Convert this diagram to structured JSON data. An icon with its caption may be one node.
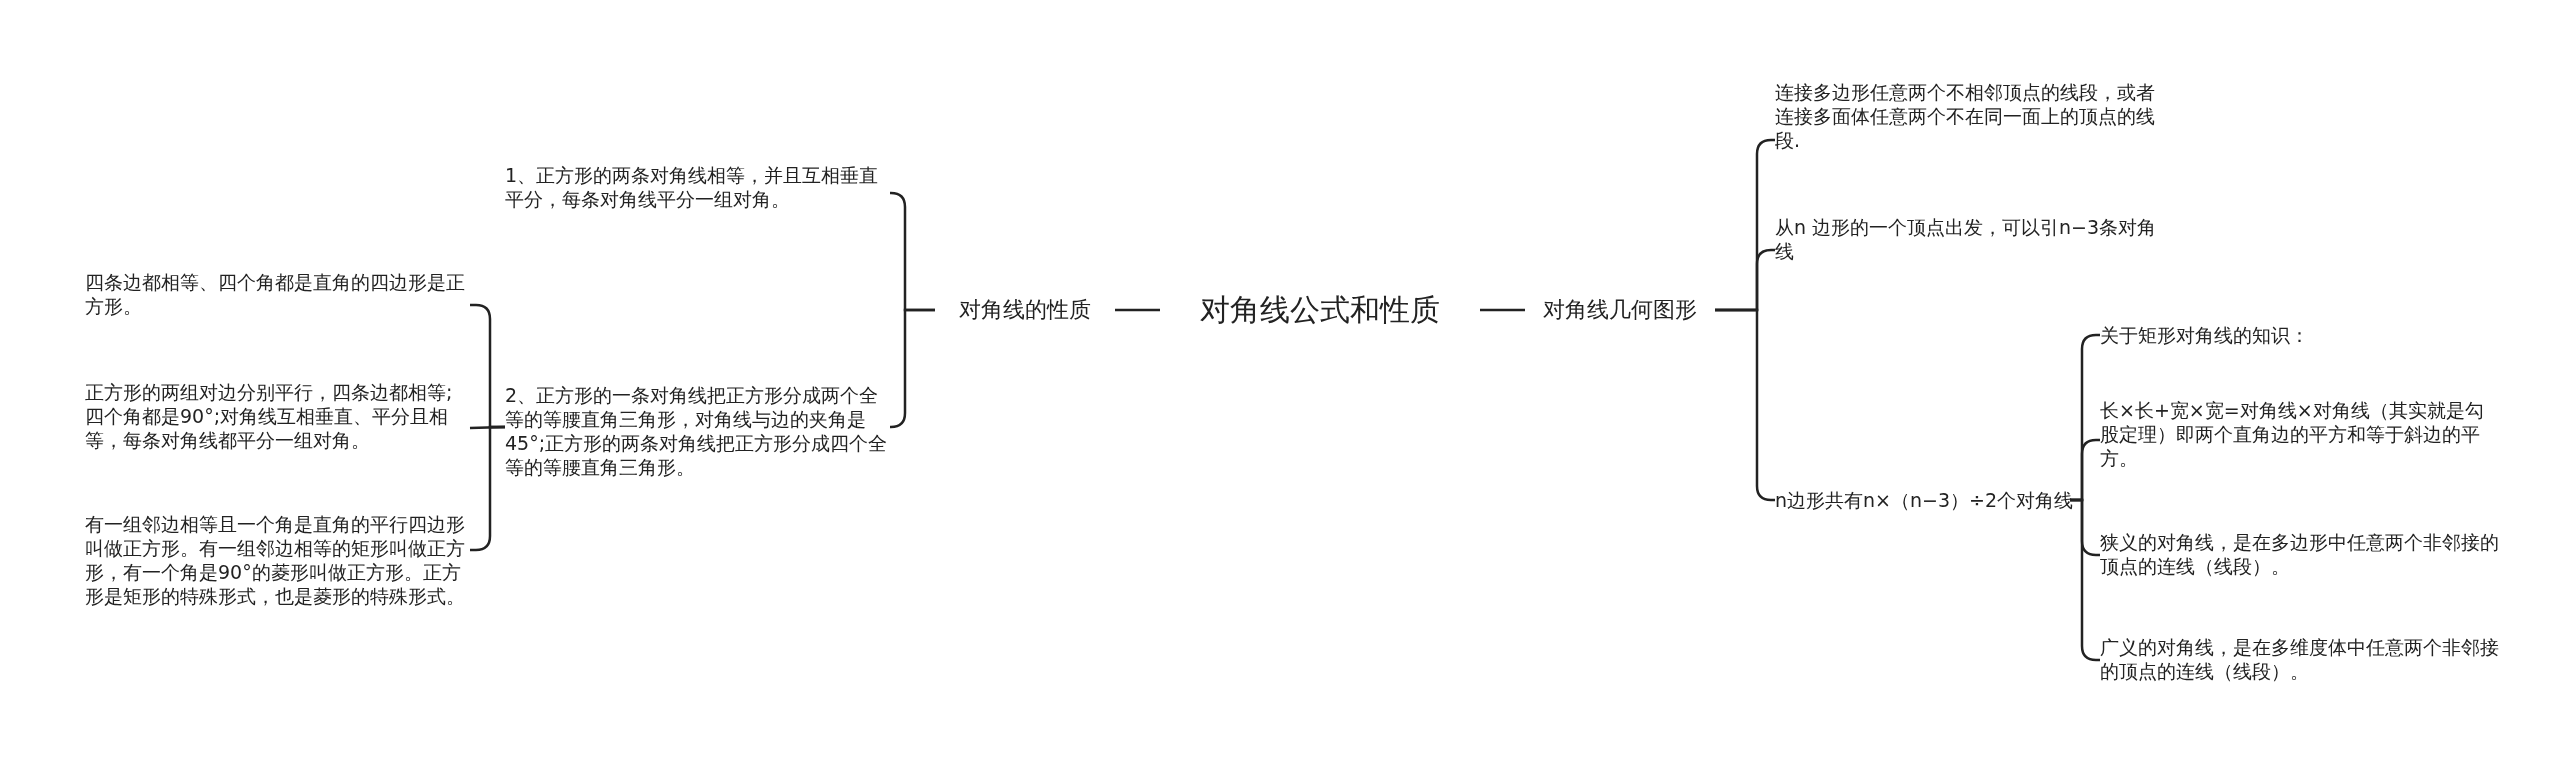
{
  "diagram": {
    "nodes": [
      {
        "text": [
          "对角线公式和性质"
        ]
      },
      {
        "text": [
          "对角线的性质"
        ]
      },
      {
        "text": [
          "1、正方形的两条对角线相等，并且互相垂直平分，每条对角线平分一组对角。"
        ]
      },
      {
        "text": [
          "2、正方形的一条对角线把正方形分成两个全等的等腰直角三角形，对角线与边的夹角是45°;正方形的两条对角线把正方形分成四个全等的等腰直角三角形。"
        ]
      },
      {
        "text": [
          "四条边都相等、四个角都是直角的四边形是正方形。"
        ]
      },
      {
        "text": [
          "正方形的两组对边分别平行，四条边都相等;四个角都是90°;对角线互相垂直、平分且相等，每条对角线都平分一组对角。"
        ]
      },
      {
        "text": [
          "有一组邻边相等且一个角是直角的平行四边形叫做正方形。有一组邻边相等的矩形叫做正方形，有一个角是90°的菱形叫做正方形。正方形是矩形的特殊形式，也是菱形的特殊形式。"
        ]
      },
      {
        "text": [
          "对角线几何图形"
        ]
      },
      {
        "text": [
          "连接多边形任意两个不相邻顶点的线段，或者连接多面体任意两个不在同一面上的顶点的线段."
        ]
      },
      {
        "text": [
          "从n 边形的一个顶点出发，可以引n−3条对角线"
        ]
      },
      {
        "text": [
          "n边形共有n×（n−3）÷2个对角线"
        ]
      },
      {
        "text": [
          "关于矩形对角线的知识："
        ]
      },
      {
        "text": [
          "长×长+宽×宽=对角线×对角线（其实就是勾股定理）即两个直角边的平方和等于斜边的平方。"
        ]
      },
      {
        "text": [
          "狭义的对角线，是在多边形中任意两个非邻接的顶点的连线（线段）。"
        ]
      },
      {
        "text": [
          "广义的对角线，是在多维度体中任意两个非邻接的顶点的连线（线段）。"
        ]
      }
    ],
    "edges": [
      {
        "from": 0,
        "to": 1,
        "arrow": "none"
      },
      {
        "from": 1,
        "to": 2,
        "arrow": "none"
      },
      {
        "from": 1,
        "to": 3,
        "arrow": "none"
      },
      {
        "from": 3,
        "to": 4,
        "arrow": "none"
      },
      {
        "from": 3,
        "to": 5,
        "arrow": "none"
      },
      {
        "from": 3,
        "to": 6,
        "arrow": "none"
      },
      {
        "from": 0,
        "to": 7,
        "arrow": "none"
      },
      {
        "from": 7,
        "to": 8,
        "arrow": "none"
      },
      {
        "from": 7,
        "to": 9,
        "arrow": "none"
      },
      {
        "from": 7,
        "to": 10,
        "arrow": "none"
      },
      {
        "from": 10,
        "to": 11,
        "arrow": "none"
      },
      {
        "from": 10,
        "to": 12,
        "arrow": "none"
      },
      {
        "from": 10,
        "to": 13,
        "arrow": "none"
      },
      {
        "from": 10,
        "to": 14,
        "arrow": "none"
      }
    ]
  }
}
